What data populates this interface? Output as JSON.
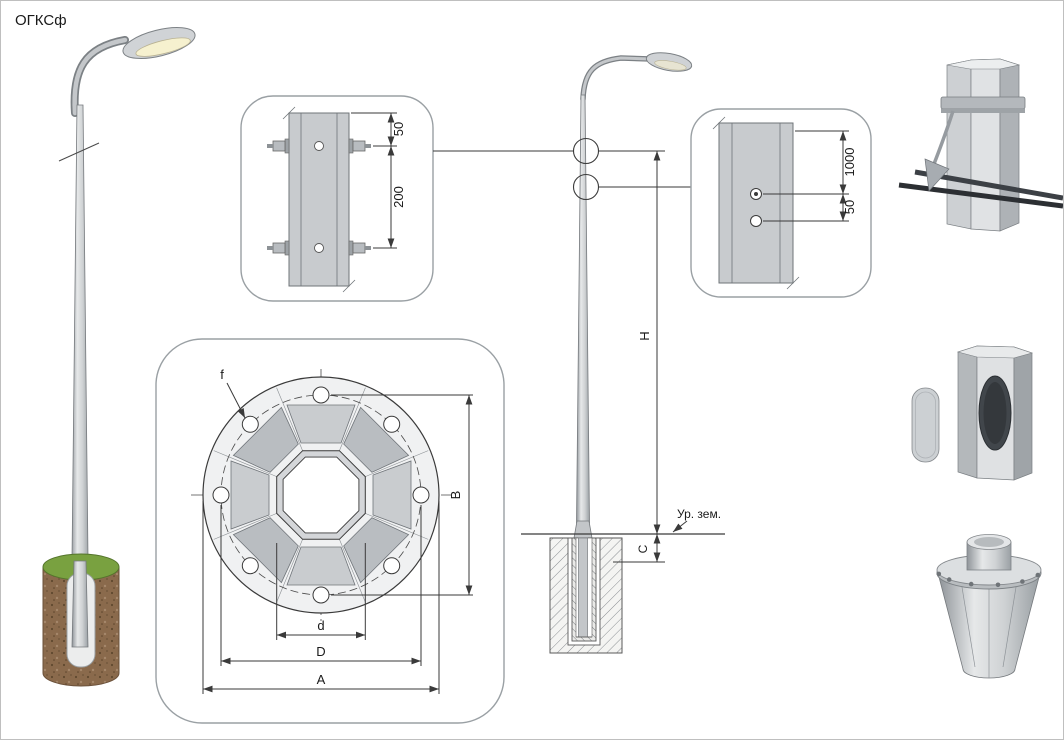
{
  "title": "ОГКСф",
  "colors": {
    "line": "#3a3a3a",
    "metal_light": "#e6e8e9",
    "metal_mid": "#c3c6c9",
    "metal_dark": "#8f9499",
    "soil": "#8a6a4c",
    "grass": "#79a140"
  },
  "detail_top": {
    "dim_top": "50",
    "dim_bottom": "200"
  },
  "flange": {
    "hole_label": "f",
    "dim_vertical": "B",
    "dim_inner": "d",
    "dim_bolt_circle": "D",
    "dim_outer": "A"
  },
  "elevation": {
    "dim_height": "H",
    "dim_embed": "C",
    "ground_label": "Ур. зем."
  },
  "detail_right": {
    "dim_upper": "1000",
    "dim_lower": "50"
  }
}
